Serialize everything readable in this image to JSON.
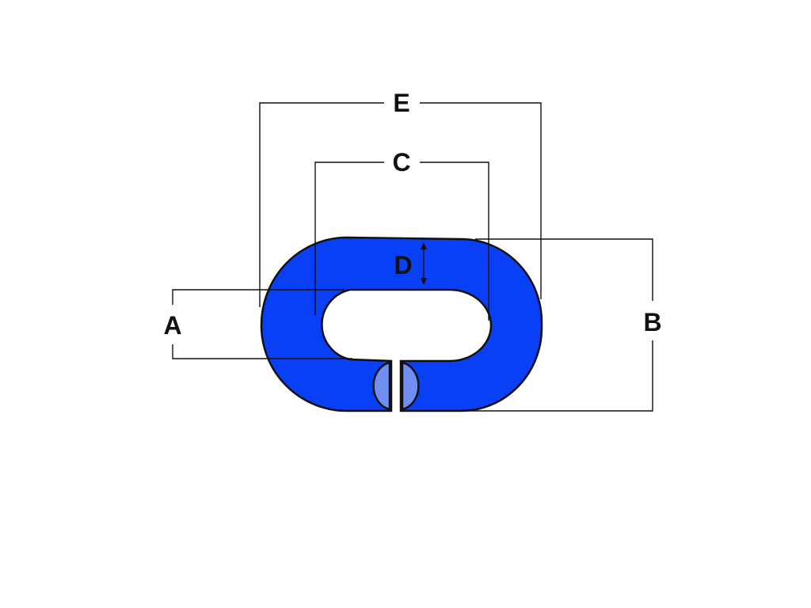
{
  "labels": {
    "a": "A",
    "b": "B",
    "c": "C",
    "d": "D",
    "e": "E"
  },
  "colors": {
    "link_fill": "#0a40f5",
    "latch_fill": "#6f8ff2",
    "outline": "#111111",
    "background": "#ffffff"
  }
}
